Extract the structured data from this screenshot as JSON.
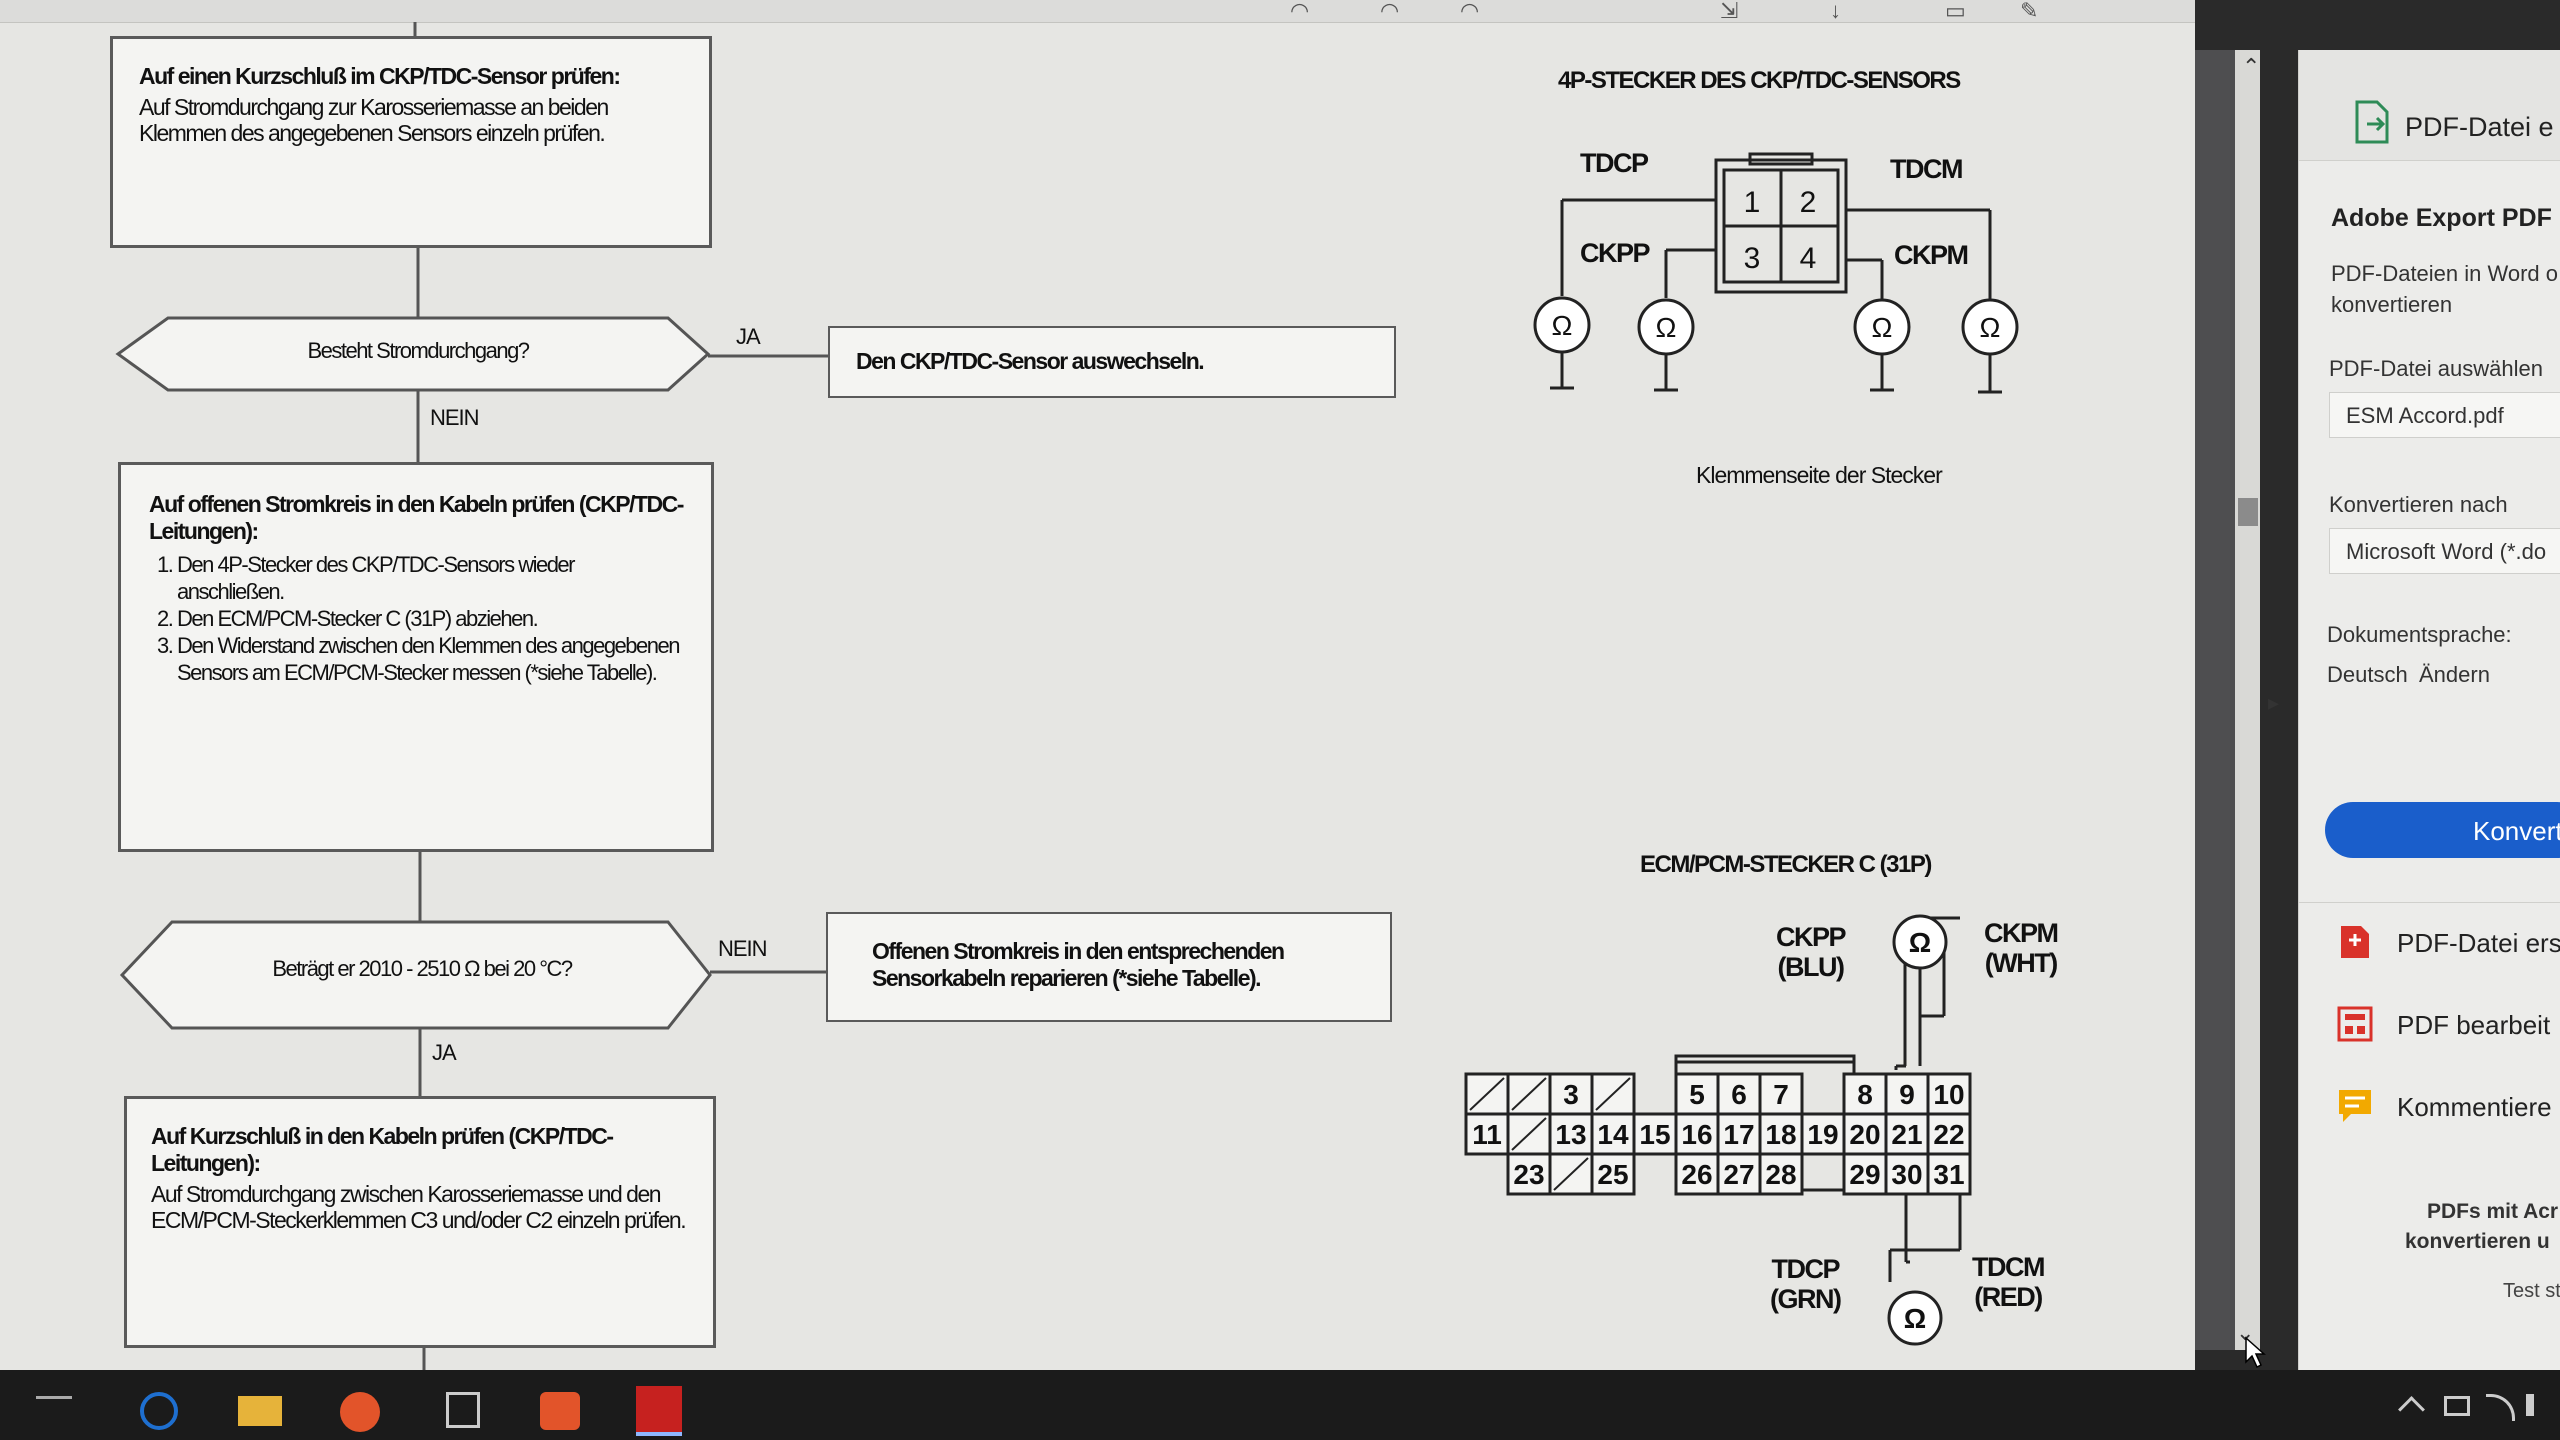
{
  "flowchart": {
    "box1": {
      "title": "Auf einen Kurzschluß im CKP/TDC-Sensor prüfen:",
      "body": "Auf Stromdurchgang zur Karosseriemasse an beiden Klemmen des angegebenen Sensors einzeln prüfen."
    },
    "decision1": {
      "text": "Besteht Stromdurchgang?",
      "yes_label": "JA",
      "no_label": "NEIN"
    },
    "action1": {
      "text": "Den CKP/TDC-Sensor auswechseln."
    },
    "box2": {
      "title": "Auf offenen Stromkreis in den Kabeln prüfen (CKP/TDC-Leitungen):",
      "steps": [
        "Den 4P-Stecker des CKP/TDC-Sensors wieder anschließen.",
        "Den ECM/PCM-Stecker C (31P) abziehen.",
        "Den Widerstand zwischen den Klemmen des angegebenen Sensors am ECM/PCM-Stecker messen (*siehe Tabelle)."
      ]
    },
    "decision2": {
      "text": "Beträgt er 2010 - 2510 Ω bei 20 °C?",
      "no_label": "NEIN",
      "yes_label": "JA"
    },
    "action2": {
      "text": "Offenen Stromkreis in den entsprechenden Sensorkabeln reparieren (*siehe Tabelle)."
    },
    "box3": {
      "title": "Auf Kurzschluß in den Kabeln prüfen (CKP/TDC-Leitungen):",
      "body": "Auf Stromdurchgang zwischen Karosseriemasse und den ECM/PCM-Steckerklemmen C3 und/oder C2 einzeln prüfen."
    }
  },
  "connector4p": {
    "title": "4P-STECKER DES CKP/TDC-SENSORS",
    "labels": {
      "tdcp": "TDCP",
      "tdcm": "TDCM",
      "ckpp": "CKPP",
      "ckpm": "CKPM"
    },
    "pins": [
      "1",
      "2",
      "3",
      "4"
    ],
    "meter_symbol": "Ω",
    "caption": "Klemmenseite der Stecker"
  },
  "connector31p": {
    "title": "ECM/PCM-STECKER C (31P)",
    "ckpp": "CKPP",
    "ckpp_color": "(BLU)",
    "ckpm": "CKPM",
    "ckpm_color": "(WHT)",
    "tdcp": "TDCP",
    "tdcp_color": "(GRN)",
    "tdcm": "TDCM",
    "tdcm_color": "(RED)",
    "meter_symbol": "Ω",
    "row1": [
      "",
      "",
      "3",
      "",
      "5",
      "6",
      "7",
      "8",
      "9",
      "10"
    ],
    "row2": [
      "11",
      "",
      "13",
      "14",
      "15",
      "16",
      "17",
      "18",
      "19",
      "20",
      "21",
      "22"
    ],
    "row3": [
      "23",
      "",
      "25",
      "26",
      "27",
      "28",
      "29",
      "30",
      "31"
    ]
  },
  "side_panel": {
    "export_header": "PDF-Datei e",
    "title": "Adobe Export PDF",
    "description": "PDF-Dateien in Word o konvertieren",
    "select_label": "PDF-Datei auswählen",
    "file_value": "ESM Accord.pdf",
    "convert_to_label": "Konvertieren nach",
    "convert_to_value": "Microsoft Word (*.do",
    "language_label": "Dokumentsprache:",
    "language_value": "Deutsch",
    "language_change": "Ändern",
    "convert_button": "Konvert",
    "tools": [
      "PDF-Datei ers",
      "PDF bearbeit",
      "Kommentiere"
    ],
    "promo_line1": "PDFs mit Acr",
    "promo_line2": "konvertieren u",
    "promo_link": "Test st"
  },
  "colors": {
    "document_bg": "#e6e6e3",
    "panel_bg": "#ececea",
    "convert_blue": "#1a5ecb",
    "taskbar": "#1b1b1b",
    "pdf_red": "#d9322a"
  }
}
